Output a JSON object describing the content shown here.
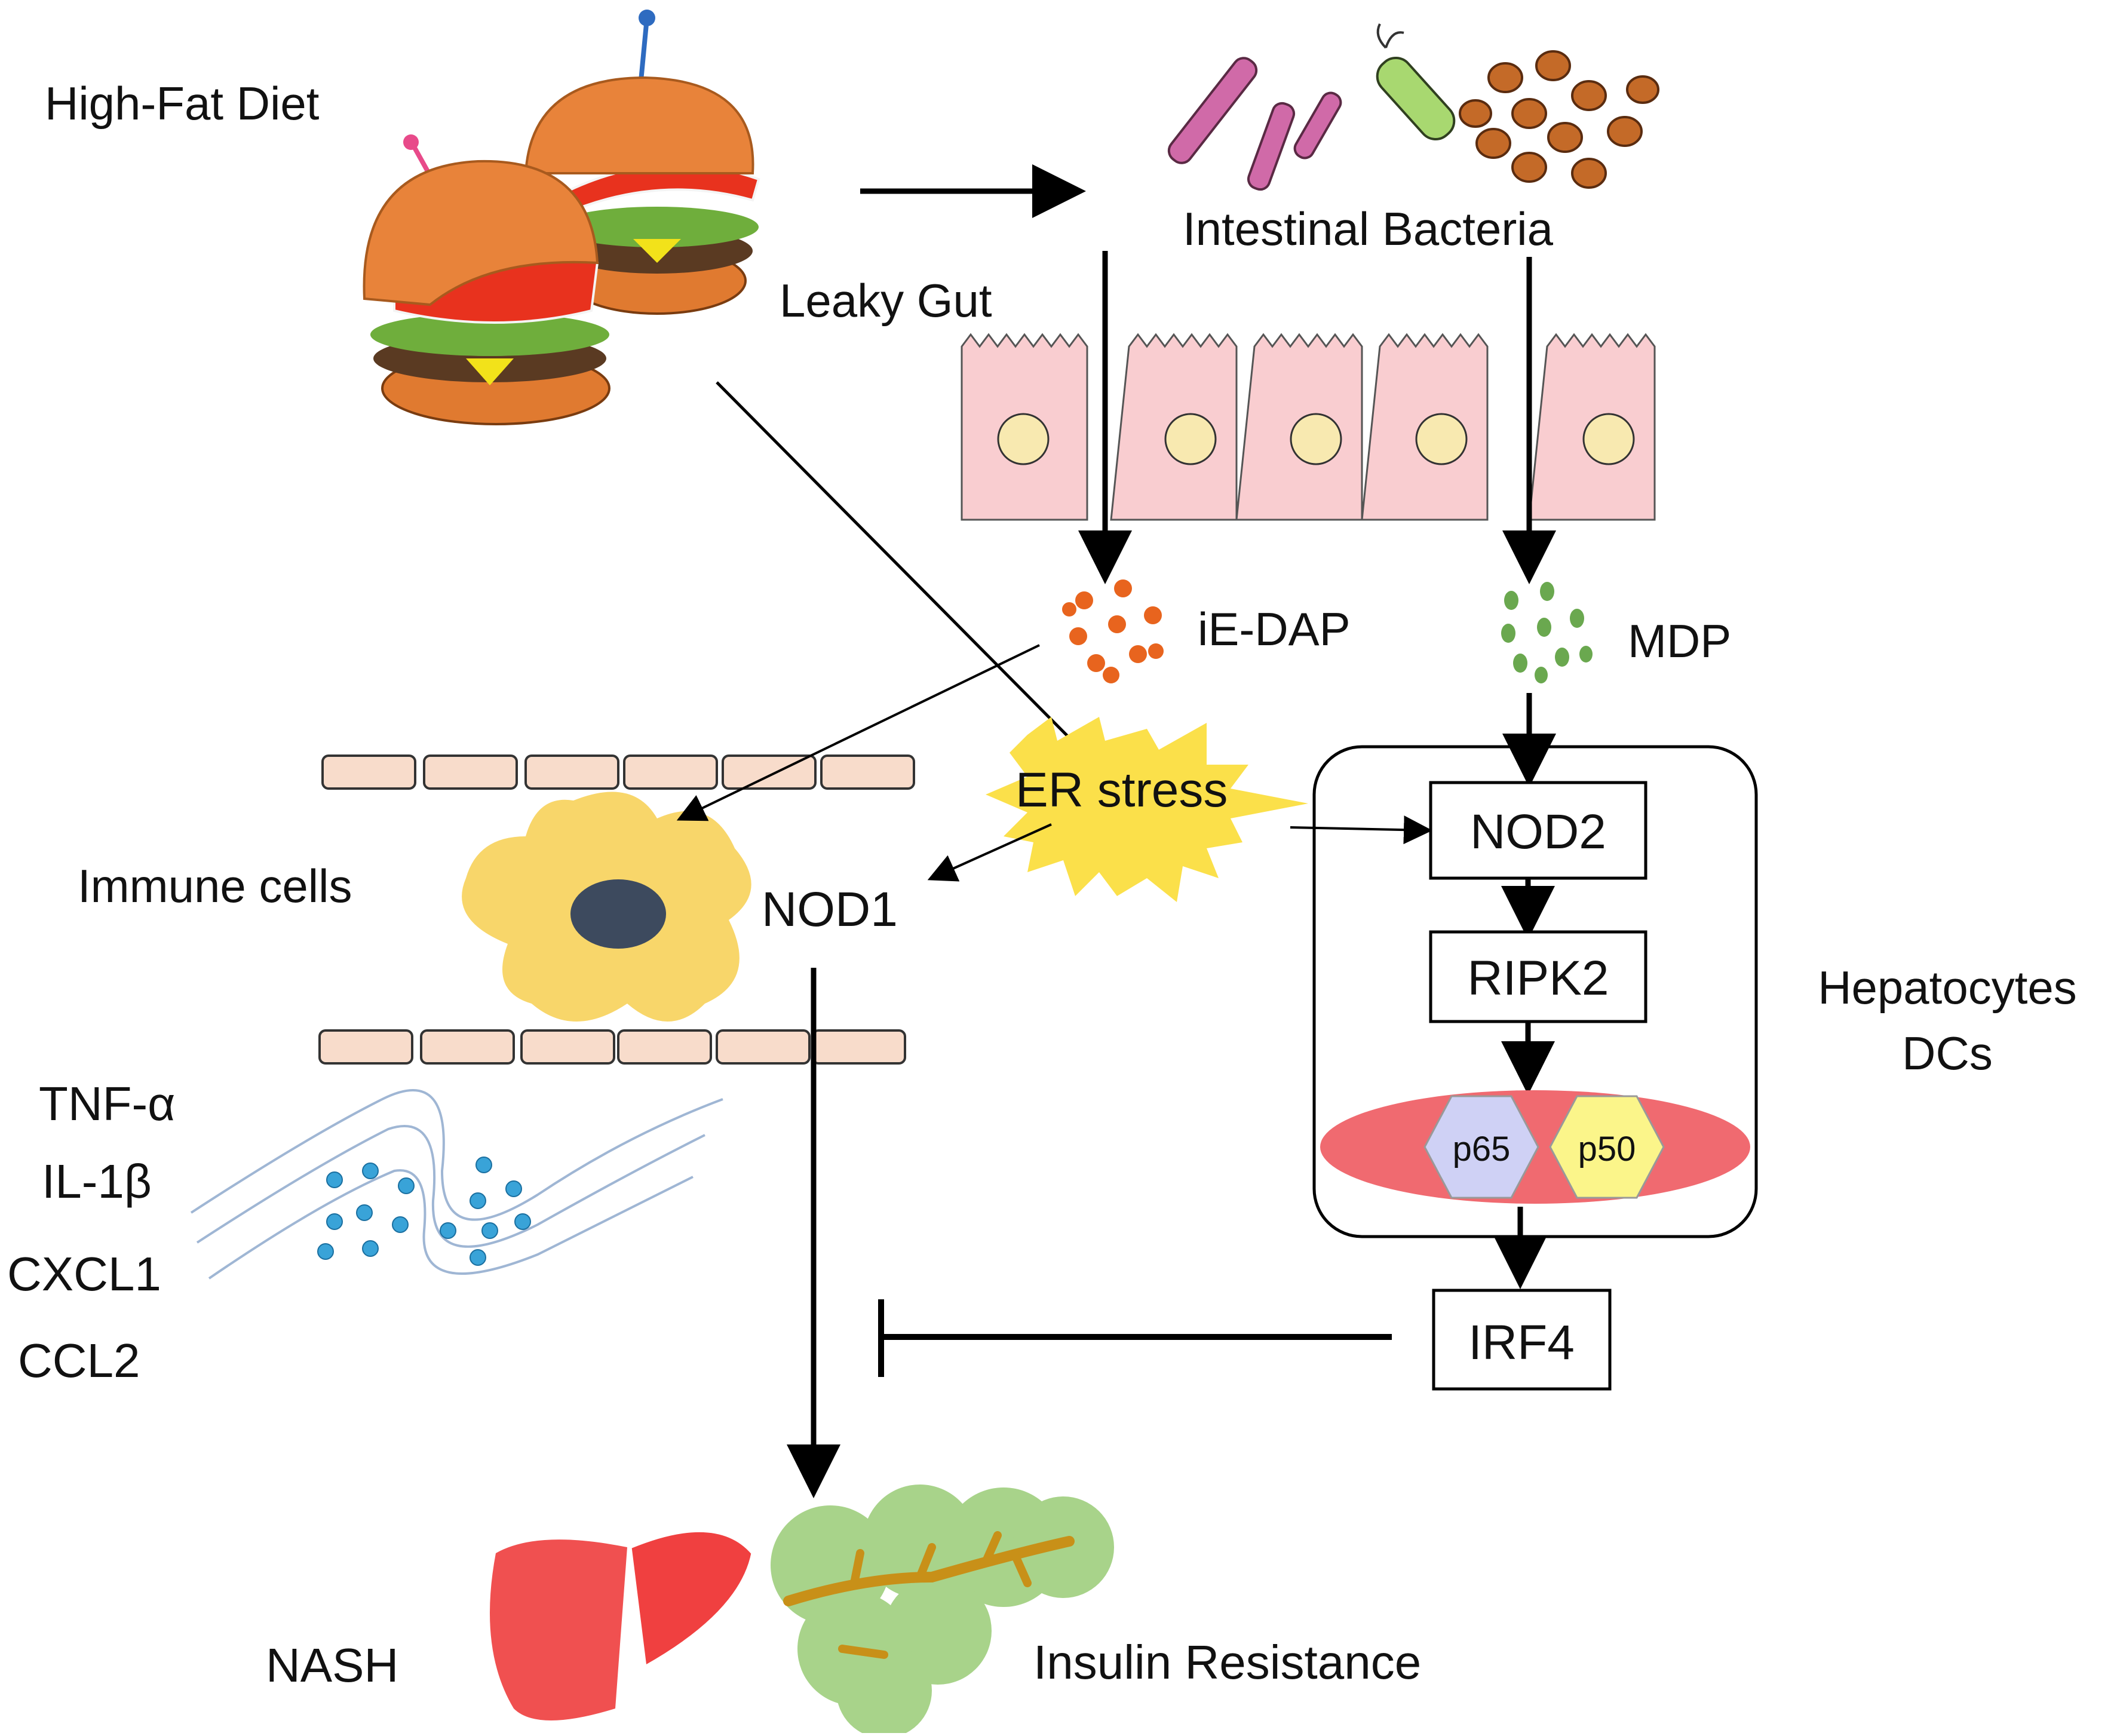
{
  "labels": {
    "high_fat_diet": "High-Fat Diet",
    "intestinal_bacteria": "Intestinal Bacteria",
    "leaky_gut": "Leaky Gut",
    "ie_dap": "iE-DAP",
    "mdp": "MDP",
    "er_stress": "ER stress",
    "immune_cells": "Immune cells",
    "nod1": "NOD1",
    "nod2": "NOD2",
    "ripk2": "RIPK2",
    "p65": "p65",
    "p50": "p50",
    "hepatocytes": "Hepatocytes",
    "dcs": "DCs",
    "irf4": "IRF4",
    "tnf_alpha": "TNF-α",
    "il_1beta": "IL-1β",
    "cxcl1": "CXCL1",
    "ccl2": "CCL2",
    "nash": "NASH",
    "insulin_resistance": "Insulin Resistance"
  },
  "colors": {
    "bun": "#e8833a",
    "tomato": "#e8321e",
    "lettuce": "#6fae3c",
    "cheese": "#f2e21a",
    "patty": "#5a3a22",
    "epithelium": "#f9cdd0",
    "nucleus_small": "#f8e9b0",
    "ie_dap_particles": "#e8641e",
    "mdp_particles": "#6aa84f",
    "immune_cell": "#f8d66a",
    "immune_nucleus": "#3d4a5e",
    "er_stress_burst": "#fbe04a",
    "nfkb_ellipse": "#f06a70",
    "p65_hex": "#cfd1f5",
    "p50_hex": "#fbf58a",
    "vessel_particles": "#39a3d8",
    "liver": "#f04848",
    "pancreas": "#a8d38a",
    "pancreas_duct": "#c89018",
    "bacteria_pink": "#d06aa8",
    "bacteria_green": "#a8d870",
    "bacteria_brown": "#c46a28"
  }
}
